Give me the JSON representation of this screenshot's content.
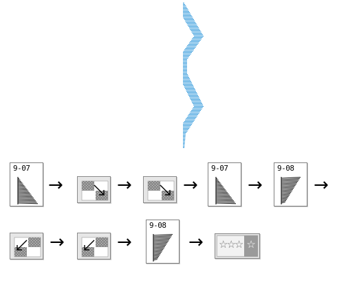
{
  "preview": {
    "name": "zigzag-stitch-preview",
    "color": "#1e8fd8"
  },
  "rows": [
    [
      {
        "kind": "pattern",
        "code": "9-07",
        "icon": "triangle-fill-pattern-icon"
      },
      {
        "kind": "arrow",
        "glyph": "→"
      },
      {
        "kind": "button",
        "icon": "checker-arrow-down-right-icon"
      },
      {
        "kind": "arrow",
        "glyph": "→"
      },
      {
        "kind": "button",
        "icon": "checker-arrow-down-right-icon"
      },
      {
        "kind": "arrow",
        "glyph": "→"
      },
      {
        "kind": "pattern",
        "code": "9-07",
        "icon": "triangle-fill-pattern-icon"
      },
      {
        "kind": "arrow",
        "glyph": "→"
      },
      {
        "kind": "pattern",
        "code": "9-08",
        "icon": "inverted-triangle-pattern-icon"
      },
      {
        "kind": "arrow",
        "glyph": "→"
      }
    ],
    [
      {
        "kind": "button",
        "icon": "checker-arrow-down-left-icon"
      },
      {
        "kind": "arrow",
        "glyph": "→"
      },
      {
        "kind": "button",
        "icon": "checker-arrow-down-left-icon"
      },
      {
        "kind": "arrow",
        "glyph": "→"
      },
      {
        "kind": "pattern",
        "code": "9-08",
        "icon": "inverted-triangle-pattern-icon"
      },
      {
        "kind": "arrow",
        "glyph": "→"
      },
      {
        "kind": "final",
        "icon": "star-row-pattern-icon",
        "glyphs": "☆☆☆",
        "last": "☆"
      }
    ]
  ],
  "colors": {
    "dark": "#1a1a1a",
    "mid": "#8c8c8c",
    "light": "#b4b4b4"
  }
}
